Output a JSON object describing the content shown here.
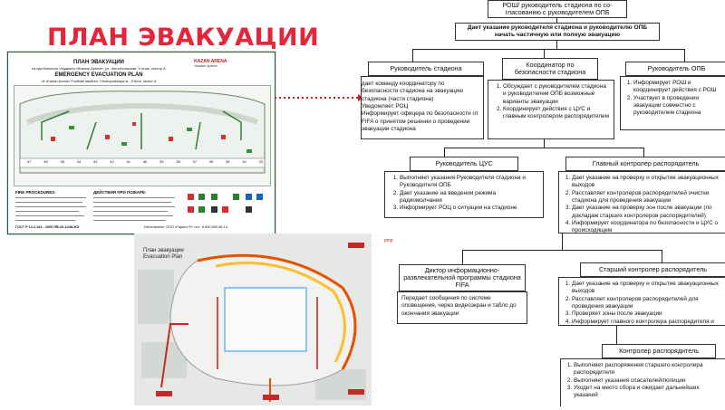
{
  "slide_title": "ПЛАН ЭВАКУАЦИИ",
  "plan_board": {
    "title_ru": "ПЛАН ЭВАКУАЦИИ",
    "subtitle_ru": "из футбольного стадиона «Казань Арена», ул. Чистопольская, 5 этаж, сектор А",
    "title_en": "EMERGENCY EVACUATION PLAN",
    "subtitle_en": "of «Kazan Arena» Football stadium, Chistopolskaya st., 5 floor, sector A",
    "logo_text": "KAZAN ARENA",
    "logo_sub": "«Казань Арена»",
    "fire_heading": "FIRE PROCEDURES:",
    "action_heading": "ДЕЙСТВИЯ ПРИ ПОЖАРЕ:",
    "footer_left": "ГОСТ Р 12.2.143 - 2009 ПВ-20-1448-ЖЗ",
    "footer_right": "Изготовлено: ООО «Гарант-Р» тел.: 8 800 500-55-14",
    "room_numbers": [
      "47",
      "46",
      "45",
      "44",
      "43",
      "42",
      "41",
      "40",
      "39",
      "38",
      "37",
      "36",
      "35",
      "34",
      "33"
    ]
  },
  "stadium_map": {
    "label_ru": "План эвакуации",
    "label_en": "Evacuation Plan",
    "corner_mark": "pmp"
  },
  "org_chart": {
    "top_box": "РОШ/ руководитель стадиона по со-гласованию с руководителем ОПБ",
    "decision_box": "Дает указание руководителя стадиона и руководителю ОПБ начать частичную или полную эвакуацию",
    "stadium_head": {
      "title": "Руководитель стадиона",
      "items": [
        "дает команду координатору по безопасности стадиона на эвакуацию стадиона (части стадиона)",
        "Уведомляет РОЦ",
        "Информирует офицера по безопасности от FIFA о принятом решении о проведении эвакуации стадиона"
      ]
    },
    "security_coord": {
      "title": "Координатор по безопасности стадиона",
      "items": [
        "Обсуждает с руководителем стадиона и руководителем ОПБ возможные варианты эвакуации",
        "Координирует действия с ЦУС и главным контролером распорядителем"
      ]
    },
    "opb_head": {
      "title": "Руководитель ОПБ",
      "items": [
        "Информирует РОШ и координирует действия с РОШ",
        "Участвует в проведении эвакуации совместно с руководителем стадиона"
      ]
    },
    "cus_head": {
      "title": "Руководитель ЦУС",
      "items": [
        "Выполняет указания Руководителя стадиона и Руководителя ОПБ",
        "Дает указание на введении режима радиомолчания",
        "Информирует РОЦ о ситуации на стадионе"
      ]
    },
    "chief_steward": {
      "title": "Главный контролер распорядитель",
      "items": [
        "Дает указание на проверку и открытие эвакуационных выходов",
        "Расставляет контролеров распорядителей очистки стадиона для проведения эвакуации",
        "Дает указание на проверку зон после эвакуации (по докладам старших контролеров распорядителей)",
        "Информирует координатора по безопасности и ЦУС о происходящем"
      ]
    },
    "fifa_director": {
      "title": "Диктор информационно-развлекательной программы стадиона FIFA",
      "text": "Передает сообщения по системе оповещения, через видеоэкран и табло до окончания эвакуации"
    },
    "senior_steward": {
      "title": "Старший контролер распорядитель",
      "items": [
        "Дает указание на проверку и открытие эвакуационных выходов",
        "Расставляет контролеров распорядителей для проведения эвакуации",
        "Проверяет зоны после эвакуации",
        "Информирует главного контролера распорядителя и ЦУС о происходящем"
      ]
    },
    "steward": {
      "title": "Контролер распорядитель",
      "items": [
        "Выполняет распоряжения старшего контролера распорядителя",
        "Выполняет указания спасателей/полиции",
        "Уходит на место сбора и ожидает дальнейших указаний"
      ]
    }
  }
}
